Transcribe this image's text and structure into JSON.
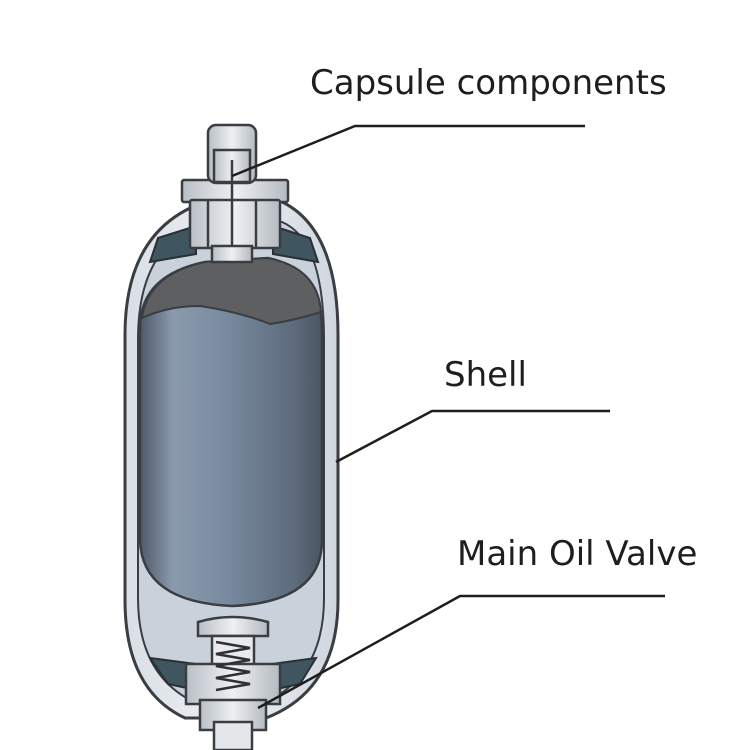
{
  "labels": {
    "capsule": "Capsule components",
    "shell": "Shell",
    "valve": "Main Oil Valve"
  },
  "colors": {
    "shell_outer": "#e3e7ec",
    "shell_inner": "#c8d0d9",
    "bladder": "#76879b",
    "bladder_top": "#5f6062",
    "metal": "#d4d8dd",
    "outline": "#3a3d42",
    "leader": "#1e1e1e"
  }
}
